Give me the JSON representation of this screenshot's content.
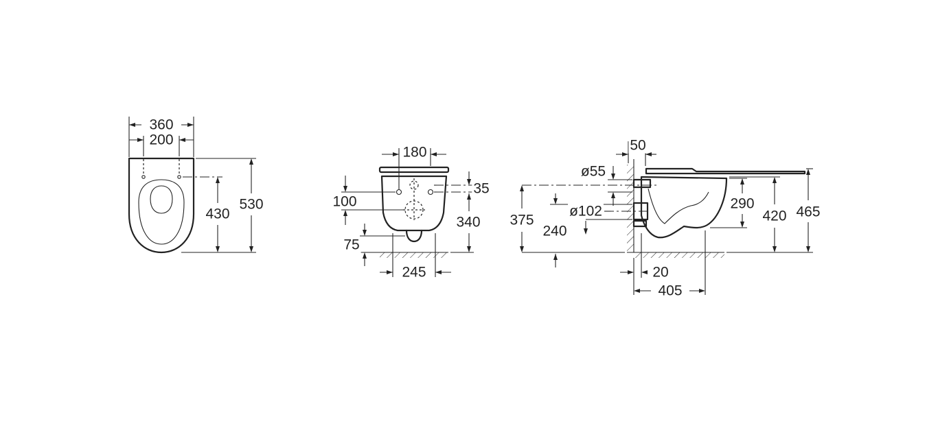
{
  "colors": {
    "line": "#222222",
    "background": "#ffffff"
  },
  "top_view": {
    "width_overall": "360",
    "fixing_spacing": "200",
    "depth_to_fixing": "430",
    "depth_overall": "530"
  },
  "front_view": {
    "seat_width": "180",
    "fixing_offset": "35",
    "fixing_to_outlet": "100",
    "height_to_fixing": "340",
    "outlet_height": "75",
    "base_width": "245"
  },
  "side_view": {
    "wall_offset": "50",
    "inlet_diameter": "ø55",
    "outlet_diameter": "ø102",
    "inlet_height": "375",
    "outlet_height": "240",
    "bowl_height": "290",
    "rim_height": "420",
    "seat_height": "465",
    "wall_gap": "20",
    "projection": "405"
  }
}
